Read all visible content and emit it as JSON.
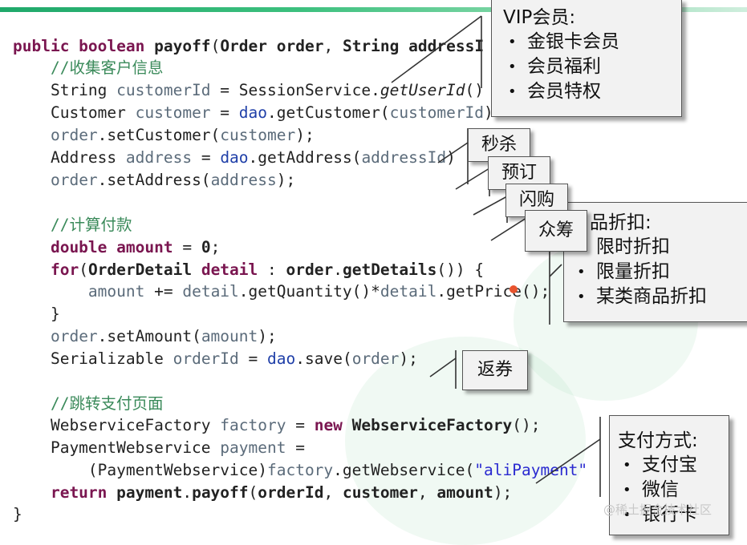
{
  "code_lines": [
    [
      {
        "t": "public boolean ",
        "c": "kw"
      },
      {
        "t": "payoff",
        "c": "bold"
      },
      {
        "t": "(",
        "c": ""
      },
      {
        "t": "Order ",
        "c": "bold"
      },
      {
        "t": "order",
        "c": "bold"
      },
      {
        "t": ", ",
        "c": ""
      },
      {
        "t": "String ",
        "c": "bold"
      },
      {
        "t": "addressI",
        "c": "bold"
      }
    ],
    [
      {
        "t": "    //收集客户信息",
        "c": "cm"
      }
    ],
    [
      {
        "t": "    String ",
        "c": ""
      },
      {
        "t": "customerId",
        "c": "var"
      },
      {
        "t": " = SessionService.",
        "c": ""
      },
      {
        "t": "getUserId",
        "c": "it"
      },
      {
        "t": "()",
        "c": ""
      }
    ],
    [
      {
        "t": "    Customer ",
        "c": ""
      },
      {
        "t": "customer",
        "c": "var"
      },
      {
        "t": " = ",
        "c": ""
      },
      {
        "t": "dao",
        "c": "fld"
      },
      {
        "t": ".getCustomer(",
        "c": ""
      },
      {
        "t": "customerId",
        "c": "var"
      },
      {
        "t": ")",
        "c": ""
      }
    ],
    [
      {
        "t": "    ",
        "c": ""
      },
      {
        "t": "order",
        "c": "var"
      },
      {
        "t": ".setCustomer(",
        "c": ""
      },
      {
        "t": "customer",
        "c": "var"
      },
      {
        "t": ");",
        "c": ""
      }
    ],
    [
      {
        "t": "    Address ",
        "c": ""
      },
      {
        "t": "address",
        "c": "var"
      },
      {
        "t": " = ",
        "c": ""
      },
      {
        "t": "dao",
        "c": "fld"
      },
      {
        "t": ".getAddress(",
        "c": ""
      },
      {
        "t": "addressId",
        "c": "var"
      },
      {
        "t": ")",
        "c": ""
      }
    ],
    [
      {
        "t": "    ",
        "c": ""
      },
      {
        "t": "order",
        "c": "var"
      },
      {
        "t": ".setAddress(",
        "c": ""
      },
      {
        "t": "address",
        "c": "var"
      },
      {
        "t": ");",
        "c": ""
      }
    ],
    [
      {
        "t": "",
        "c": ""
      }
    ],
    [
      {
        "t": "    //计算付款",
        "c": "cm"
      }
    ],
    [
      {
        "t": "    double ",
        "c": "kw"
      },
      {
        "t": "amount",
        "c": "kw"
      },
      {
        "t": " = ",
        "c": ""
      },
      {
        "t": "0",
        "c": "bold"
      },
      {
        "t": ";",
        "c": ""
      }
    ],
    [
      {
        "t": "    for",
        "c": "kw"
      },
      {
        "t": "(",
        "c": ""
      },
      {
        "t": "OrderDetail ",
        "c": "bold"
      },
      {
        "t": "detail",
        "c": "kw"
      },
      {
        "t": " : ",
        "c": ""
      },
      {
        "t": "order",
        "c": "bold"
      },
      {
        "t": ".",
        "c": ""
      },
      {
        "t": "getDetails",
        "c": "bold"
      },
      {
        "t": "()) {",
        "c": ""
      }
    ],
    [
      {
        "t": "        ",
        "c": ""
      },
      {
        "t": "amount",
        "c": "var"
      },
      {
        "t": " += ",
        "c": ""
      },
      {
        "t": "detail",
        "c": "var"
      },
      {
        "t": ".getQuantity()*",
        "c": ""
      },
      {
        "t": "detail",
        "c": "var"
      },
      {
        "t": ".getPrice();",
        "c": ""
      }
    ],
    [
      {
        "t": "    }",
        "c": ""
      }
    ],
    [
      {
        "t": "    ",
        "c": ""
      },
      {
        "t": "order",
        "c": "var"
      },
      {
        "t": ".setAmount(",
        "c": ""
      },
      {
        "t": "amount",
        "c": "var"
      },
      {
        "t": ");",
        "c": ""
      }
    ],
    [
      {
        "t": "    Serializable ",
        "c": ""
      },
      {
        "t": "orderId",
        "c": "var"
      },
      {
        "t": " = ",
        "c": ""
      },
      {
        "t": "dao",
        "c": "fld"
      },
      {
        "t": ".save(",
        "c": ""
      },
      {
        "t": "order",
        "c": "var"
      },
      {
        "t": ");",
        "c": ""
      }
    ],
    [
      {
        "t": "",
        "c": ""
      }
    ],
    [
      {
        "t": "    //跳转支付页面",
        "c": "cm"
      }
    ],
    [
      {
        "t": "    WebserviceFactory ",
        "c": ""
      },
      {
        "t": "factory",
        "c": "var"
      },
      {
        "t": " = ",
        "c": ""
      },
      {
        "t": "new ",
        "c": "kw"
      },
      {
        "t": "WebserviceFactory",
        "c": "bold"
      },
      {
        "t": "();",
        "c": ""
      }
    ],
    [
      {
        "t": "    PaymentWebservice ",
        "c": ""
      },
      {
        "t": "payment",
        "c": "var"
      },
      {
        "t": " =",
        "c": ""
      }
    ],
    [
      {
        "t": "        (PaymentWebservice)",
        "c": ""
      },
      {
        "t": "factory",
        "c": "var"
      },
      {
        "t": ".getWebservice(",
        "c": ""
      },
      {
        "t": "\"aliPayment\"",
        "c": "str"
      }
    ],
    [
      {
        "t": "    return ",
        "c": "kw"
      },
      {
        "t": "payment",
        "c": "bold"
      },
      {
        "t": ".",
        "c": ""
      },
      {
        "t": "payoff",
        "c": "bold"
      },
      {
        "t": "(",
        "c": ""
      },
      {
        "t": "orderId",
        "c": "bold"
      },
      {
        "t": ", ",
        "c": ""
      },
      {
        "t": "customer",
        "c": "bold"
      },
      {
        "t": ", ",
        "c": ""
      },
      {
        "t": "amount",
        "c": "bold"
      },
      {
        "t": ");",
        "c": ""
      }
    ],
    [
      {
        "t": "}",
        "c": ""
      }
    ]
  ],
  "callouts": {
    "vip": {
      "title": "VIP会员:",
      "items": [
        "金银卡会员",
        "会员福利",
        "会员特权"
      ]
    },
    "discount": {
      "title": "商品折扣:",
      "title_visible": "品折扣:",
      "items": [
        "限时折扣",
        "限量折扣",
        "某类商品折扣"
      ]
    },
    "payment": {
      "title": "支付方式:",
      "items": [
        "支付宝",
        "微信",
        "银行卡"
      ]
    }
  },
  "tags": {
    "seckill": "秒杀",
    "preorder": "预订",
    "flash": "闪购",
    "crowdfund": "众筹",
    "coupon": "返券"
  },
  "watermark": "@稀土掘金技术社区"
}
